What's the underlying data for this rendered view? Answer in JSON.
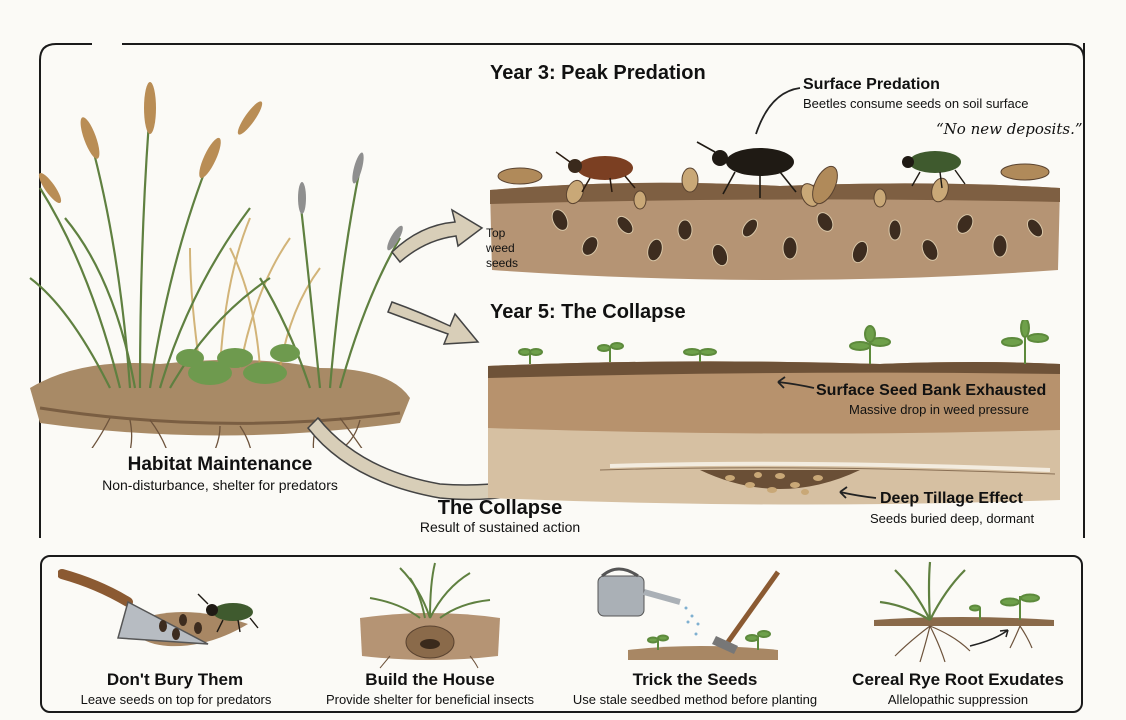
{
  "top": {
    "year3": {
      "title": "Year 3: Peak Predation",
      "surface_predation_title": "Surface Predation",
      "surface_predation_sub": "Beetles consume seeds on soil surface",
      "quote": "“No new deposits.”",
      "seed_label": [
        "Top",
        "weed",
        "seeds"
      ]
    },
    "year5": {
      "title": "Year 5: The Collapse",
      "seedbank_title": "Surface Seed Bank Exhausted",
      "seedbank_sub": "Massive drop in weed pressure",
      "tillage_title": "Deep Tillage Effect",
      "tillage_sub": "Seeds buried deep, dormant"
    },
    "habitat": {
      "title": "Habitat Maintenance",
      "sub": "Non-disturbance, shelter for predators"
    },
    "collapse": {
      "title": "The Collapse",
      "sub": "Result of sustained action"
    }
  },
  "tips": [
    {
      "title": "Don't Bury Them",
      "sub": "Leave seeds on top for predators",
      "icon": "trowel-beetle-icon"
    },
    {
      "title": "Build the House",
      "sub": "Provide shelter for beneficial insects",
      "icon": "grass-burrow-icon"
    },
    {
      "title": "Trick the Seeds",
      "sub": "Use stale seedbed method before planting",
      "icon": "watering-can-hoe-icon"
    },
    {
      "title": "Cereal Rye Root Exudates",
      "sub": "Allelopathic suppression",
      "icon": "rye-roots-icon"
    }
  ],
  "colors": {
    "frame": "#1a1a1a",
    "soil_dark": "#8a6a4a",
    "soil_light": "#c8ad8c",
    "arrow_fill": "#d8ceb8",
    "grass": "#6f8f4a",
    "beetle": "#3a2a1c"
  }
}
